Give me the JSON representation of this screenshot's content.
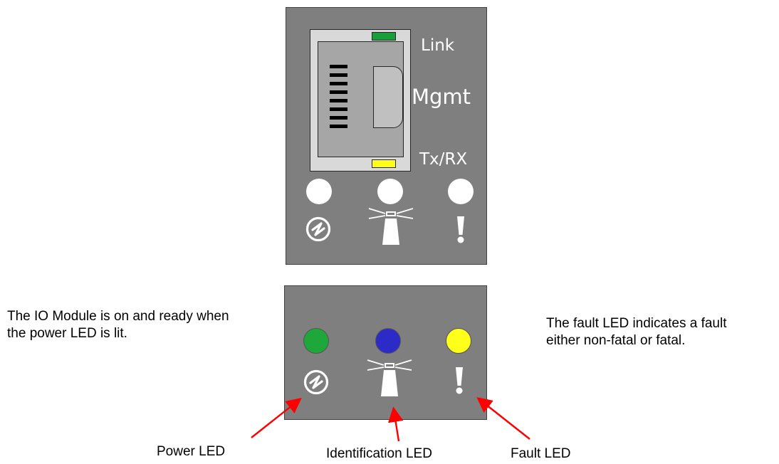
{
  "port_labels": {
    "link": "Link",
    "mgmt": "Mgmt",
    "txrx": "Tx/RX"
  },
  "leds_off_color": "#ffffff",
  "leds_lit": {
    "power_color": "#1ea83c",
    "identification_color": "#2d2bc8",
    "fault_color": "#ffff1a"
  },
  "port_led_colors": {
    "link": "#1a9e3c",
    "txrx": "#ffff1a"
  },
  "icons": [
    "power-icon",
    "identification-beacon-icon",
    "fault-exclamation-icon"
  ],
  "captions": {
    "power_led": "Power LED",
    "identification_led": "Identification LED",
    "fault_led": "Fault LED"
  },
  "descriptions": {
    "power": "The IO Module is on and ready when the power LED is lit.",
    "fault": "The fault LED indicates a fault either non-fatal or fatal."
  },
  "arrow_color": "#ff0000"
}
